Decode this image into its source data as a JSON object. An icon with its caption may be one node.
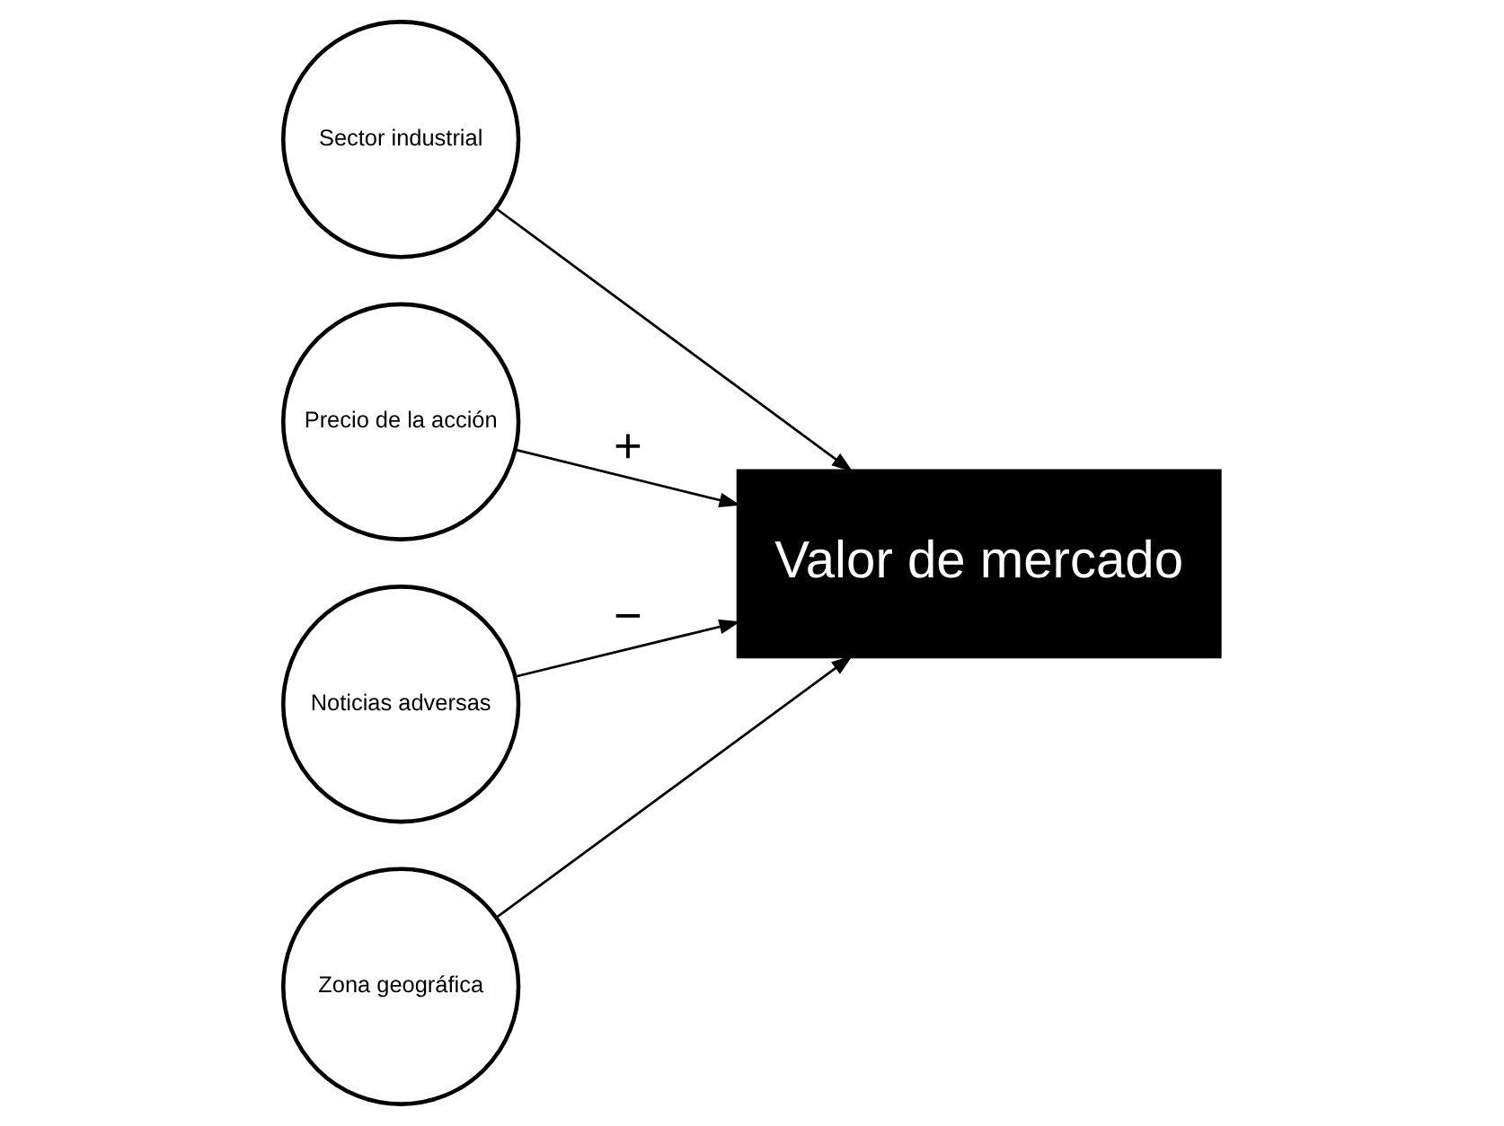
{
  "diagram": {
    "nodes": [
      {
        "text": [
          "Sector industrial"
        ]
      },
      {
        "text": [
          "Precio de la acción"
        ]
      },
      {
        "text": [
          "Noticias adversas"
        ]
      },
      {
        "text": [
          "Zona geográfica"
        ]
      },
      {
        "text": [
          "Valor de mercado"
        ]
      }
    ],
    "edges": [
      {
        "from": 0,
        "to": 4,
        "arrow": "to"
      },
      {
        "from": 1,
        "to": 4,
        "arrow": "to",
        "label": "+"
      },
      {
        "from": 2,
        "to": 4,
        "arrow": "to",
        "label": "−"
      },
      {
        "from": 3,
        "to": 4,
        "arrow": "to"
      }
    ]
  }
}
